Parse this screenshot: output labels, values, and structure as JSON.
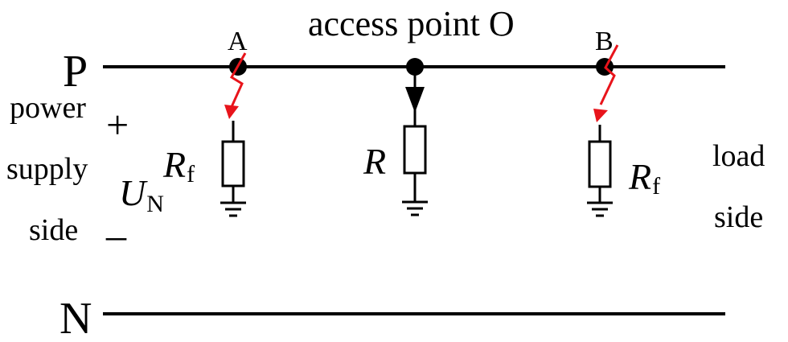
{
  "labels": {
    "access_point": "access point O",
    "bus_p": "P",
    "bus_n": "N",
    "node_a": "A",
    "node_b": "B",
    "source_side": [
      "power",
      "supply",
      "side"
    ],
    "load_side": [
      "load",
      "side"
    ],
    "plus_sign": "+",
    "minus_sign": "_",
    "voltage_symbol": "U",
    "voltage_subscript": "N",
    "fault_resistor_symbol": "R",
    "fault_resistor_subscript": "f",
    "access_resistor_symbol": "R"
  },
  "colors": {
    "line": "#000000",
    "fault": "#e8141b"
  },
  "icons": [
    "ground-icon",
    "lightning-fault-icon",
    "current-arrow-icon"
  ]
}
